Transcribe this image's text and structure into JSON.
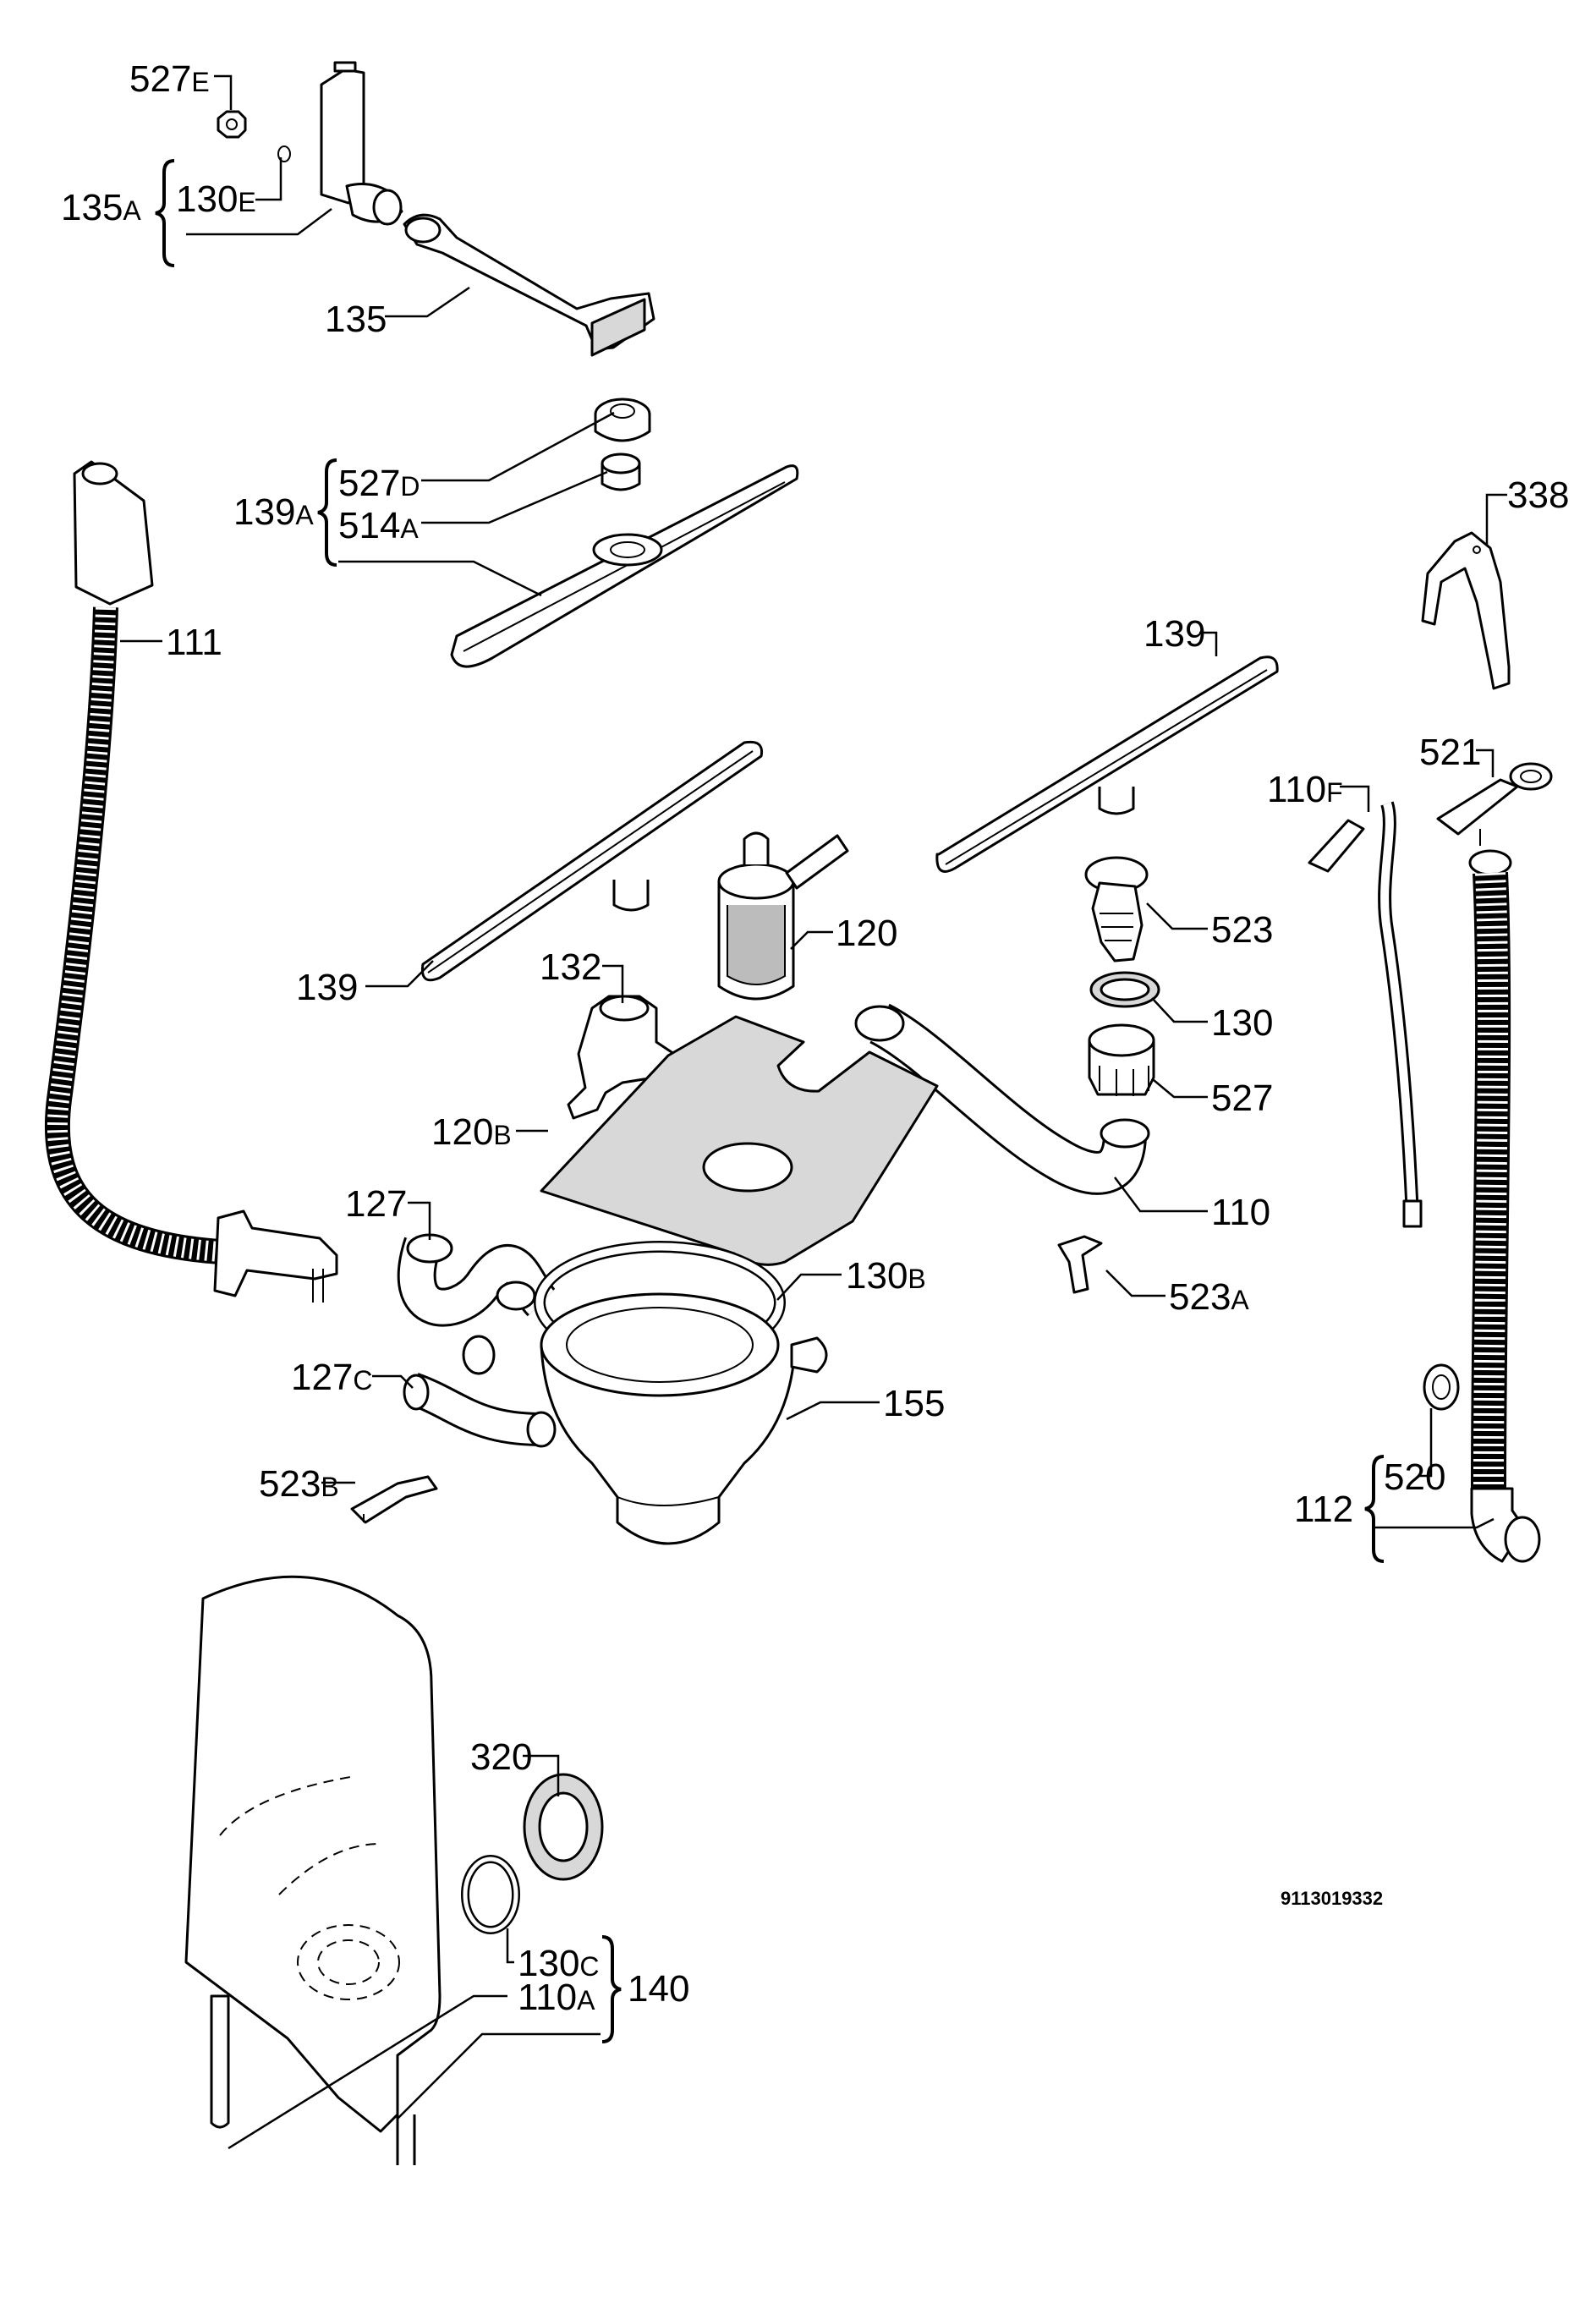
{
  "diagram": {
    "code": "9113019332",
    "labels": [
      {
        "id": "l527e",
        "num": "527",
        "suffix": "E"
      },
      {
        "id": "l130e",
        "num": "130",
        "suffix": "E"
      },
      {
        "id": "l135a",
        "num": "135",
        "suffix": "A"
      },
      {
        "id": "l135",
        "num": "135",
        "suffix": ""
      },
      {
        "id": "l527d",
        "num": "527",
        "suffix": "D"
      },
      {
        "id": "l514a",
        "num": "514",
        "suffix": "A"
      },
      {
        "id": "l139a",
        "num": "139",
        "suffix": "A"
      },
      {
        "id": "l338",
        "num": "338",
        "suffix": ""
      },
      {
        "id": "l111",
        "num": "111",
        "suffix": ""
      },
      {
        "id": "l139r",
        "num": "139",
        "suffix": ""
      },
      {
        "id": "l521",
        "num": "521",
        "suffix": ""
      },
      {
        "id": "l110f",
        "num": "110",
        "suffix": "F"
      },
      {
        "id": "l120",
        "num": "120",
        "suffix": ""
      },
      {
        "id": "l523",
        "num": "523",
        "suffix": ""
      },
      {
        "id": "l132",
        "num": "132",
        "suffix": ""
      },
      {
        "id": "l139l",
        "num": "139",
        "suffix": ""
      },
      {
        "id": "l130",
        "num": "130",
        "suffix": ""
      },
      {
        "id": "l527",
        "num": "527",
        "suffix": ""
      },
      {
        "id": "l120b",
        "num": "120",
        "suffix": "B"
      },
      {
        "id": "l110",
        "num": "110",
        "suffix": ""
      },
      {
        "id": "l127",
        "num": "127",
        "suffix": ""
      },
      {
        "id": "l130b",
        "num": "130",
        "suffix": "B"
      },
      {
        "id": "l523a",
        "num": "523",
        "suffix": "A"
      },
      {
        "id": "l127c",
        "num": "127",
        "suffix": "C"
      },
      {
        "id": "l155",
        "num": "155",
        "suffix": ""
      },
      {
        "id": "l523b",
        "num": "523",
        "suffix": "B"
      },
      {
        "id": "l520",
        "num": "520",
        "suffix": ""
      },
      {
        "id": "l112",
        "num": "112",
        "suffix": ""
      },
      {
        "id": "l320",
        "num": "320",
        "suffix": ""
      },
      {
        "id": "l130c",
        "num": "130",
        "suffix": "C"
      },
      {
        "id": "l110a",
        "num": "110",
        "suffix": "A"
      },
      {
        "id": "l140",
        "num": "140",
        "suffix": ""
      }
    ]
  }
}
